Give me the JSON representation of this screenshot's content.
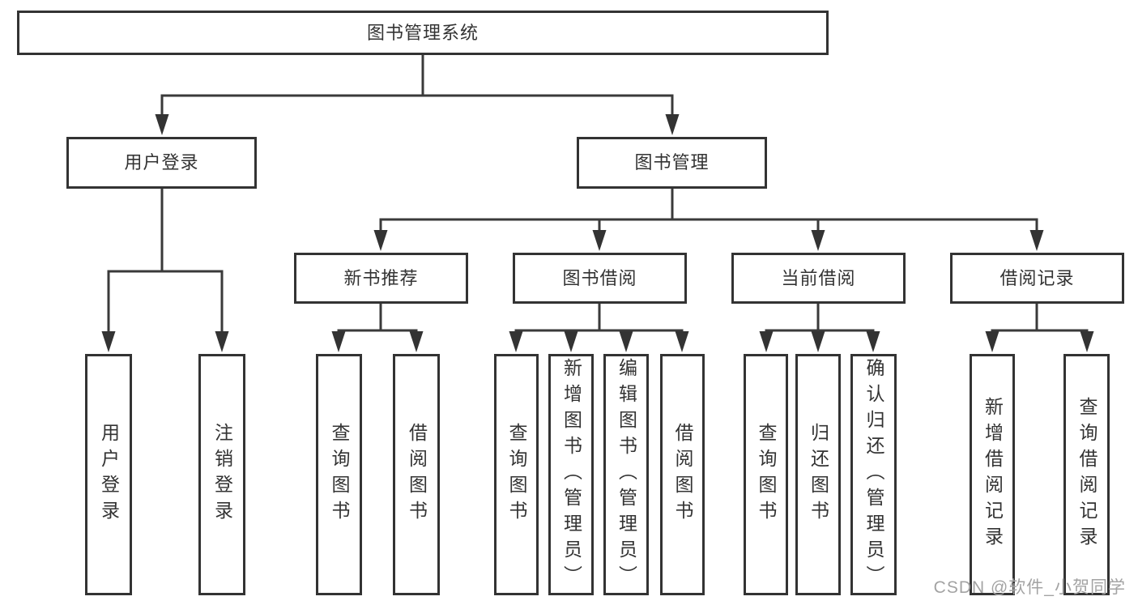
{
  "colors": {
    "box_border": "#333333",
    "text": "#333333",
    "connector": "#3a3a3a",
    "watermark": "#a3a3a3",
    "background": "#ffffff"
  },
  "nodes": {
    "root": {
      "label": "图书管理系统"
    },
    "level2": [
      {
        "label": "用户登录"
      },
      {
        "label": "图书管理"
      }
    ],
    "level3": [
      {
        "label": "新书推荐",
        "parent": "图书管理"
      },
      {
        "label": "图书借阅",
        "parent": "图书管理"
      },
      {
        "label": "当前借阅",
        "parent": "图书管理"
      },
      {
        "label": "借阅记录",
        "parent": "图书管理"
      }
    ],
    "leaves": [
      {
        "label": "用户登录",
        "parent": "用户登录"
      },
      {
        "label": "注销登录",
        "parent": "用户登录"
      },
      {
        "label": "查询图书",
        "parent": "新书推荐"
      },
      {
        "label": "借阅图书",
        "parent": "新书推荐"
      },
      {
        "label": "查询图书",
        "parent": "图书借阅"
      },
      {
        "label": "新增图书（管理员）",
        "parent": "图书借阅"
      },
      {
        "label": "编辑图书（管理员）",
        "parent": "图书借阅"
      },
      {
        "label": "借阅图书",
        "parent": "图书借阅"
      },
      {
        "label": "查询图书",
        "parent": "当前借阅"
      },
      {
        "label": "归还图书",
        "parent": "当前借阅"
      },
      {
        "label": "确认归还（管理员）",
        "parent": "当前借阅"
      },
      {
        "label": "新增借阅记录",
        "parent": "借阅记录"
      },
      {
        "label": "查询借阅记录",
        "parent": "借阅记录"
      }
    ]
  },
  "watermark": "CSDN @软件_小贺同学"
}
